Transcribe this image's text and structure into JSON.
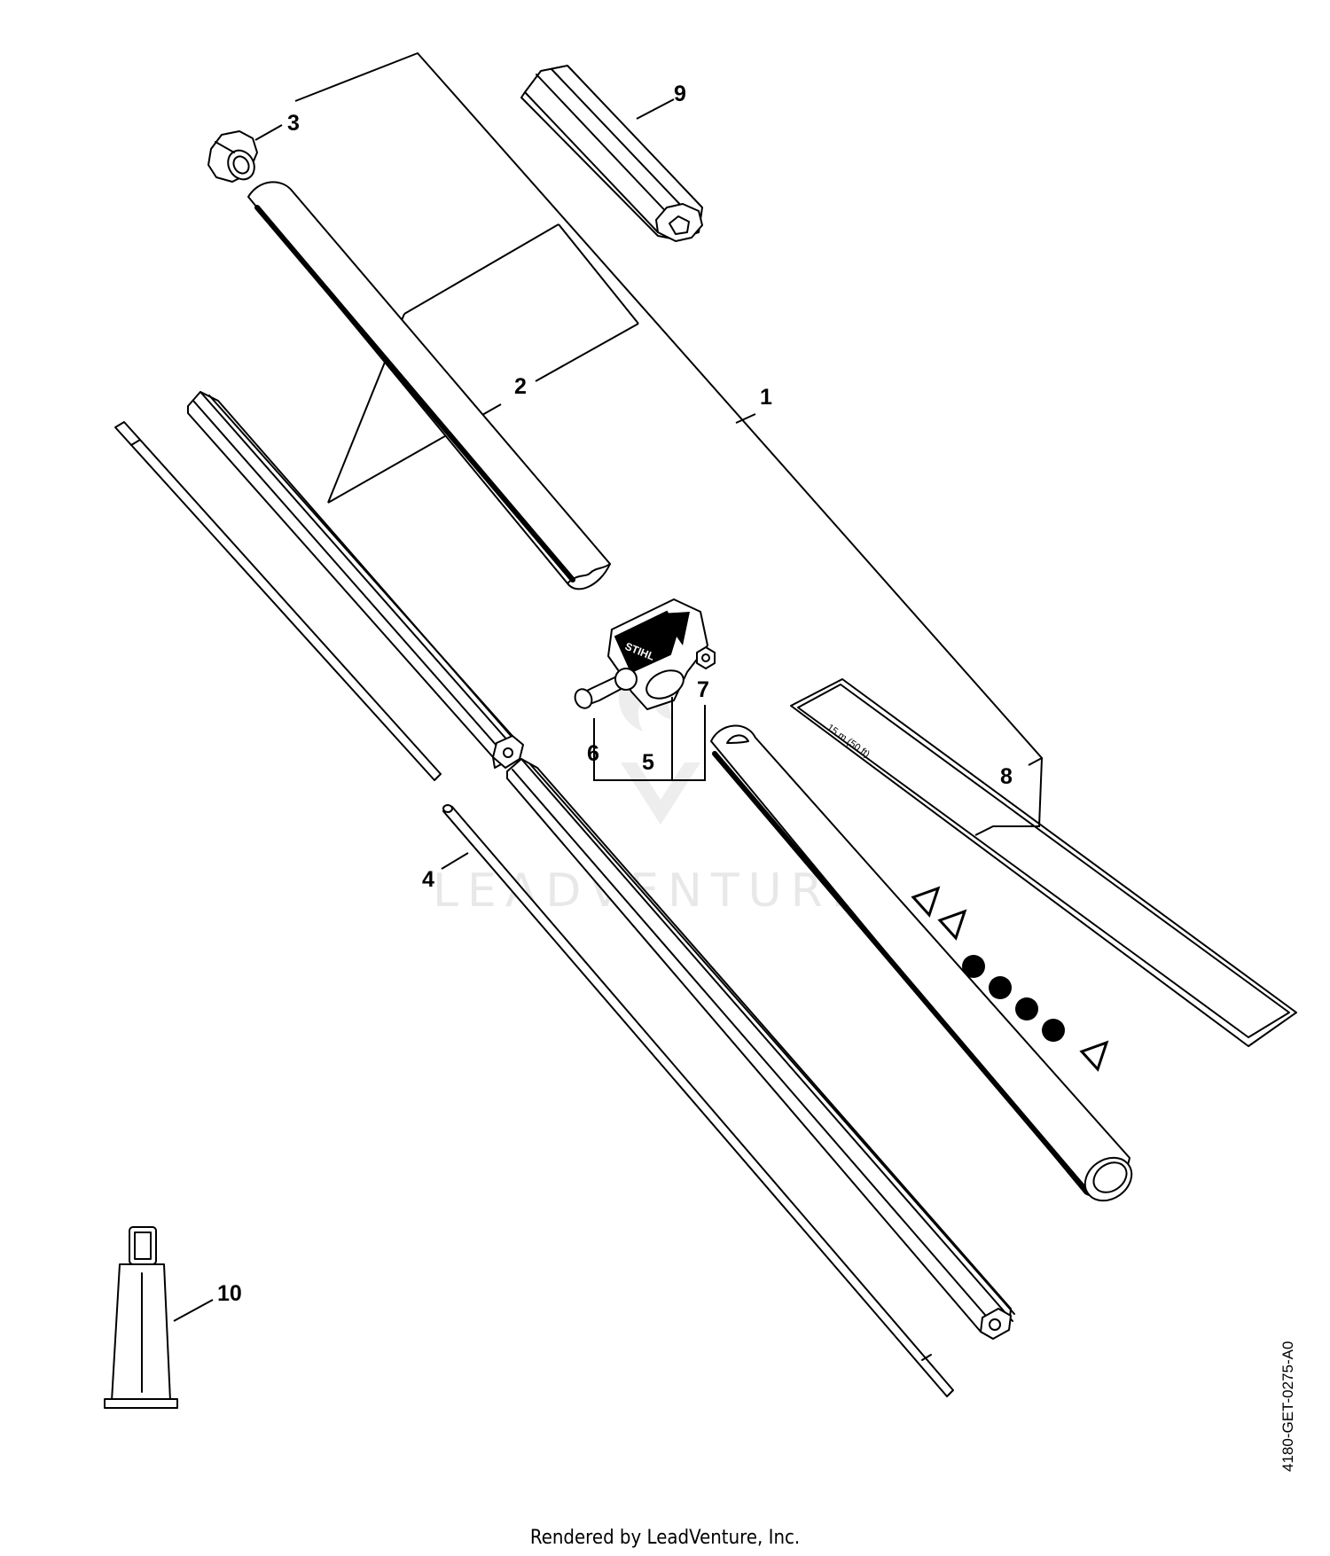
{
  "diagram": {
    "callouts": [
      {
        "id": "1",
        "label": "1"
      },
      {
        "id": "2",
        "label": "2"
      },
      {
        "id": "3",
        "label": "3"
      },
      {
        "id": "4",
        "label": "4"
      },
      {
        "id": "5",
        "label": "5"
      },
      {
        "id": "6",
        "label": "6"
      },
      {
        "id": "7",
        "label": "7"
      },
      {
        "id": "8",
        "label": "8"
      },
      {
        "id": "9",
        "label": "9"
      },
      {
        "id": "10",
        "label": "10"
      }
    ],
    "decal_text": "15 m (50 ft)",
    "clamp_brand": "STIHL"
  },
  "watermark": {
    "text": "LEADVENTURE"
  },
  "footer": {
    "text": "Rendered by LeadVenture, Inc."
  },
  "document_id": "4180-GET-0275-A0",
  "colors": {
    "ink": "#000000",
    "background": "#ffffff",
    "watermark": "#e6e6e6"
  }
}
